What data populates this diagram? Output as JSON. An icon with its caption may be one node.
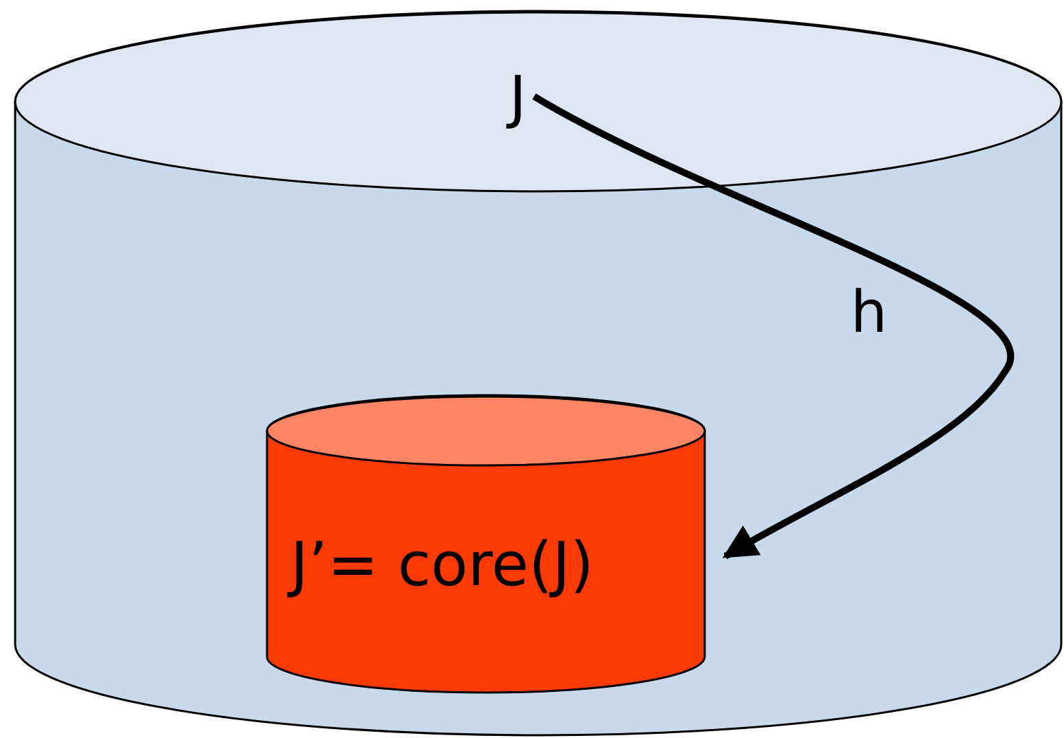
{
  "diagram": {
    "nodes": [
      {
        "text": [
          "J"
        ]
      },
      {
        "text": [
          "J’= core(J)"
        ],
        "in": 0
      }
    ],
    "edges": [
      {
        "from": 0,
        "to": 1,
        "arrow": "to",
        "label": "h"
      }
    ]
  }
}
